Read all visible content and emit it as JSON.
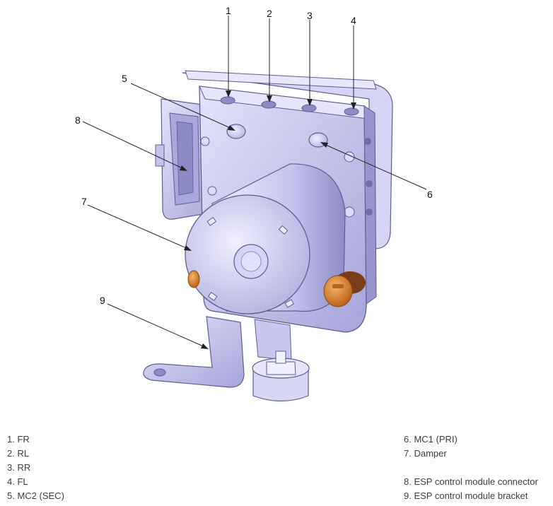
{
  "callouts": [
    "1",
    "2",
    "3",
    "4",
    "5",
    "6",
    "7",
    "8",
    "9"
  ],
  "legend": {
    "left": [
      "1. FR",
      "2. RL",
      "3. RR",
      "4. FL",
      "5. MC2 (SEC)"
    ],
    "right": [
      "6. MC1 (PRI)",
      "7. Damper",
      "",
      "8. ESP control module connector",
      "9. ESP control module bracket"
    ]
  },
  "colors": {
    "body": "#c3c2ee",
    "body_dark": "#9897d0",
    "outline": "#5e5d90",
    "plug": "#d9822b"
  }
}
